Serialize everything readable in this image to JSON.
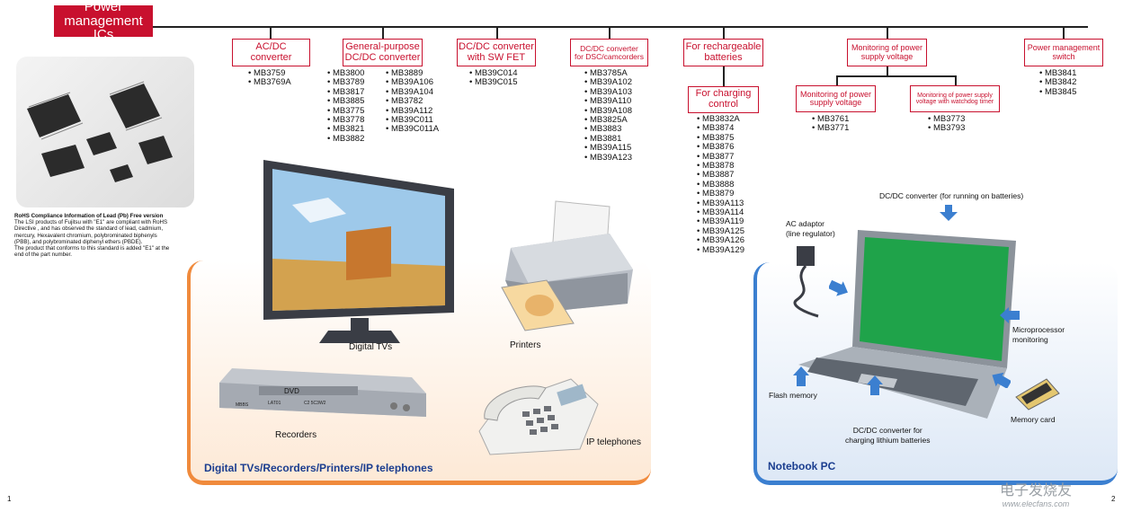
{
  "root": {
    "label_lines": [
      "Power",
      "management",
      "ICs"
    ]
  },
  "categories": [
    {
      "lines": [
        "AC/DC",
        "converter"
      ],
      "parts": [
        "MB3759",
        "MB3769A"
      ]
    },
    {
      "lines": [
        "General-purpose",
        "DC/DC converter"
      ],
      "parts_col1": [
        "MB3800",
        "MB3789",
        "MB3817",
        "MB3885",
        "MB3775",
        "MB3778",
        "MB3821",
        "MB3882"
      ],
      "parts_col2": [
        "MB3889",
        "MB39A106",
        "MB39A104",
        "MB3782",
        "MB39A112",
        "MB39C011",
        "MB39C011A"
      ]
    },
    {
      "lines": [
        "DC/DC converter",
        "with SW FET"
      ],
      "parts": [
        "MB39C014",
        "MB39C015"
      ]
    },
    {
      "lines": [
        "DC/DC converter",
        "for DSC/camcorders"
      ],
      "parts": [
        "MB3785A",
        "MB39A102",
        "MB39A103",
        "MB39A110",
        "MB39A108",
        "MB3825A",
        "MB3883",
        "MB3881",
        "MB39A115",
        "MB39A123"
      ]
    },
    {
      "lines": [
        "For rechargeable",
        "batteries"
      ],
      "sub": {
        "lines": [
          "For charging",
          "control"
        ],
        "parts": [
          "MB3832A",
          "MB3874",
          "MB3875",
          "MB3876",
          "MB3877",
          "MB3878",
          "MB3887",
          "MB3888",
          "MB3879",
          "MB39A113",
          "MB39A114",
          "MB39A119",
          "MB39A125",
          "MB39A126",
          "MB39A129"
        ]
      }
    },
    {
      "lines": [
        "Monitoring of power",
        "supply voltage"
      ],
      "subs": [
        {
          "lines": [
            "Monitoring of power",
            "supply voltage"
          ],
          "parts": [
            "MB3761",
            "MB3771"
          ]
        },
        {
          "lines": [
            "Monitoring of power supply",
            "voltage with watchdog timer"
          ],
          "parts": [
            "MB3773",
            "MB3793"
          ]
        }
      ]
    },
    {
      "lines": [
        "Power management",
        "switch"
      ],
      "parts": [
        "MB3841",
        "MB3842",
        "MB3845"
      ]
    }
  ],
  "rohs": {
    "title": "RoHS Compliance Information of Lead (Pb) Free version",
    "lines": [
      "The LSI products of Fujitsu with \"E1\" are compliant with RoHS",
      "Directive , and has observed the standard of lead, cadmium,",
      "mercury, Hexavalent chromium, polybrominated biphenyls",
      "(PBB), and polybrominated diphenyl ethers (PBDE).",
      "The product that conforms to this standard is added \"E1\" at the",
      "end of the part number."
    ]
  },
  "digital": {
    "title": "Digital TVs/Recorders/Printers/IP telephones",
    "tv": "Digital TVs",
    "printer": "Printers",
    "recorder": "Recorders",
    "phone": "IP telephones",
    "recorder_brand": "DVD",
    "recorder_tag1": "LAT01",
    "recorder_tag2": "C2 5C3W2",
    "recorder_tag3": "MBBS"
  },
  "notebook": {
    "title": "Notebook PC",
    "dcdc_batteries": "DC/DC converter (for running on batteries)",
    "ac_adaptor_lines": [
      "AC adaptor",
      "(line regulator)"
    ],
    "micro_lines": [
      "Microprocessor",
      "monitoring"
    ],
    "flash": "Flash memory",
    "memory_card": "Memory card",
    "dcdc_lithium_lines": [
      "DC/DC converter for",
      "charging lithium batteries"
    ]
  },
  "page_left": "1",
  "page_right": "2",
  "watermark_text": "电子发烧友",
  "watermark_url": "www.elecfans.com",
  "colors": {
    "accent": "#c8102e",
    "orange": "#f08a3c",
    "blue": "#3b7fd0",
    "navy": "#1a3d8f"
  }
}
